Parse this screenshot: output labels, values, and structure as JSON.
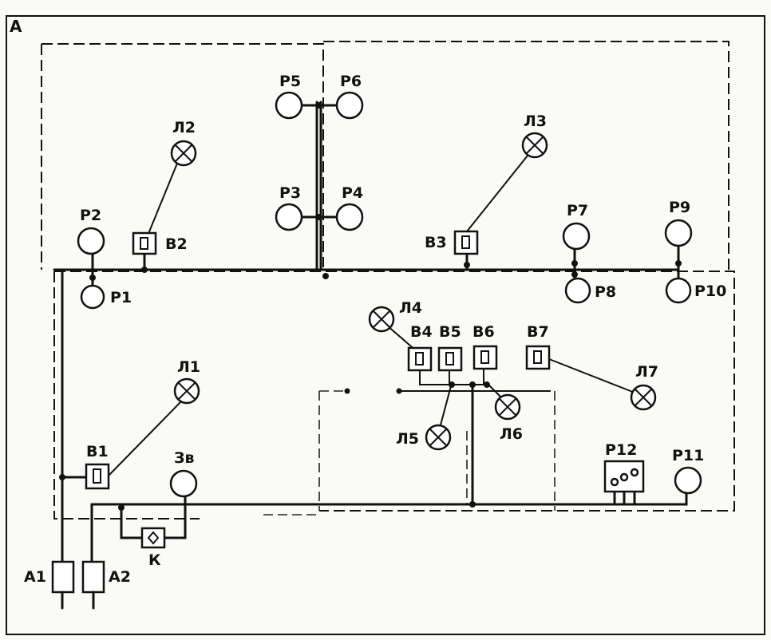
{
  "title": "А",
  "lamps": [
    {
      "id": "l2",
      "label": "Л2"
    },
    {
      "id": "l3",
      "label": "Л3"
    },
    {
      "id": "l1",
      "label": "Л1"
    },
    {
      "id": "l4",
      "label": "Л4"
    },
    {
      "id": "l5",
      "label": "Л5"
    },
    {
      "id": "l6",
      "label": "Л6"
    },
    {
      "id": "l7",
      "label": "Л7"
    }
  ],
  "sockets": [
    {
      "id": "r1",
      "label": "Р1"
    },
    {
      "id": "r2",
      "label": "Р2"
    },
    {
      "id": "r3",
      "label": "Р3"
    },
    {
      "id": "r4",
      "label": "Р4"
    },
    {
      "id": "r5",
      "label": "Р5"
    },
    {
      "id": "r6",
      "label": "Р6"
    },
    {
      "id": "r7",
      "label": "Р7"
    },
    {
      "id": "r8",
      "label": "Р8"
    },
    {
      "id": "r9",
      "label": "Р9"
    },
    {
      "id": "r10",
      "label": "Р10"
    },
    {
      "id": "r11",
      "label": "Р11"
    }
  ],
  "switches": [
    {
      "id": "v1",
      "label": "В1"
    },
    {
      "id": "v2",
      "label": "В2"
    },
    {
      "id": "v3",
      "label": "В3"
    },
    {
      "id": "v4",
      "label": "В4"
    },
    {
      "id": "v5",
      "label": "В5"
    },
    {
      "id": "v6",
      "label": "В6"
    },
    {
      "id": "v7",
      "label": "В7"
    }
  ],
  "power_panel": {
    "label": "Р12"
  },
  "bell": {
    "label": "Зв"
  },
  "button": {
    "label": "К"
  },
  "inputs": [
    {
      "id": "a1",
      "label": "А1"
    },
    {
      "id": "a2",
      "label": "А2"
    }
  ]
}
